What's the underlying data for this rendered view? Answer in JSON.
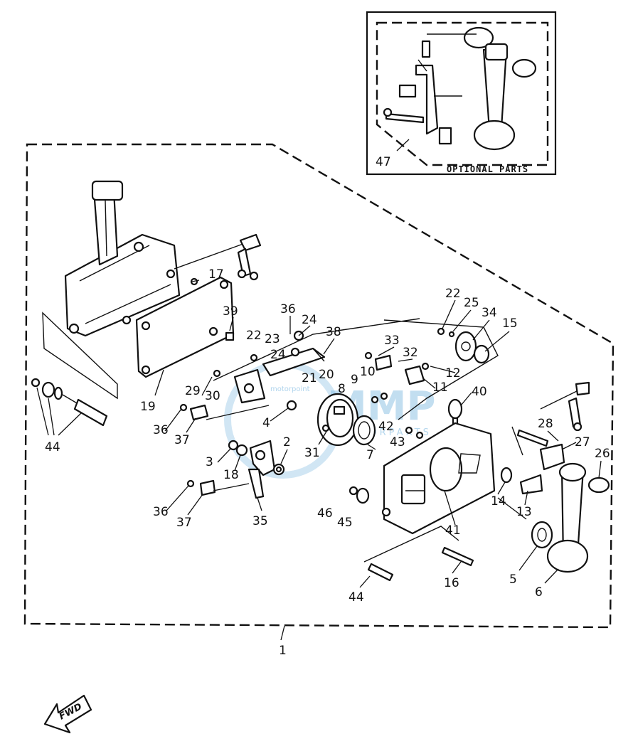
{
  "optional_box": {
    "title": "OPTIONAL PARTS",
    "part": "47"
  },
  "assembly_number": "1",
  "direction_label": "FWD",
  "watermark": {
    "brand": "MOTORPARTS",
    "site": "motorpoint"
  },
  "callouts": {
    "p17": "17",
    "p39": "39",
    "p19": "19",
    "p44a": "44",
    "p36a": "36",
    "p24a": "24",
    "p38": "38",
    "p22a": "22",
    "p23": "23",
    "p24b": "24",
    "p21": "21",
    "p20": "20",
    "p29": "29",
    "p30": "30",
    "p8": "8",
    "p36b": "36",
    "p37a": "37",
    "p4": "4",
    "p31": "31",
    "p3": "3",
    "p18": "18",
    "p2": "2",
    "p35": "35",
    "p36c": "36",
    "p37b": "37",
    "p22b": "22",
    "p25": "25",
    "p34": "34",
    "p15": "15",
    "p33": "33",
    "p32": "32",
    "p9": "9",
    "p10": "10",
    "p12": "12",
    "p11": "11",
    "p40": "40",
    "p42": "42",
    "p43": "43",
    "p7": "7",
    "p28": "28",
    "p27": "27",
    "p26": "26",
    "p14": "14",
    "p13": "13",
    "p46": "46",
    "p45": "45",
    "p41": "41",
    "p5": "5",
    "p6": "6",
    "p16": "16",
    "p44b": "44"
  }
}
